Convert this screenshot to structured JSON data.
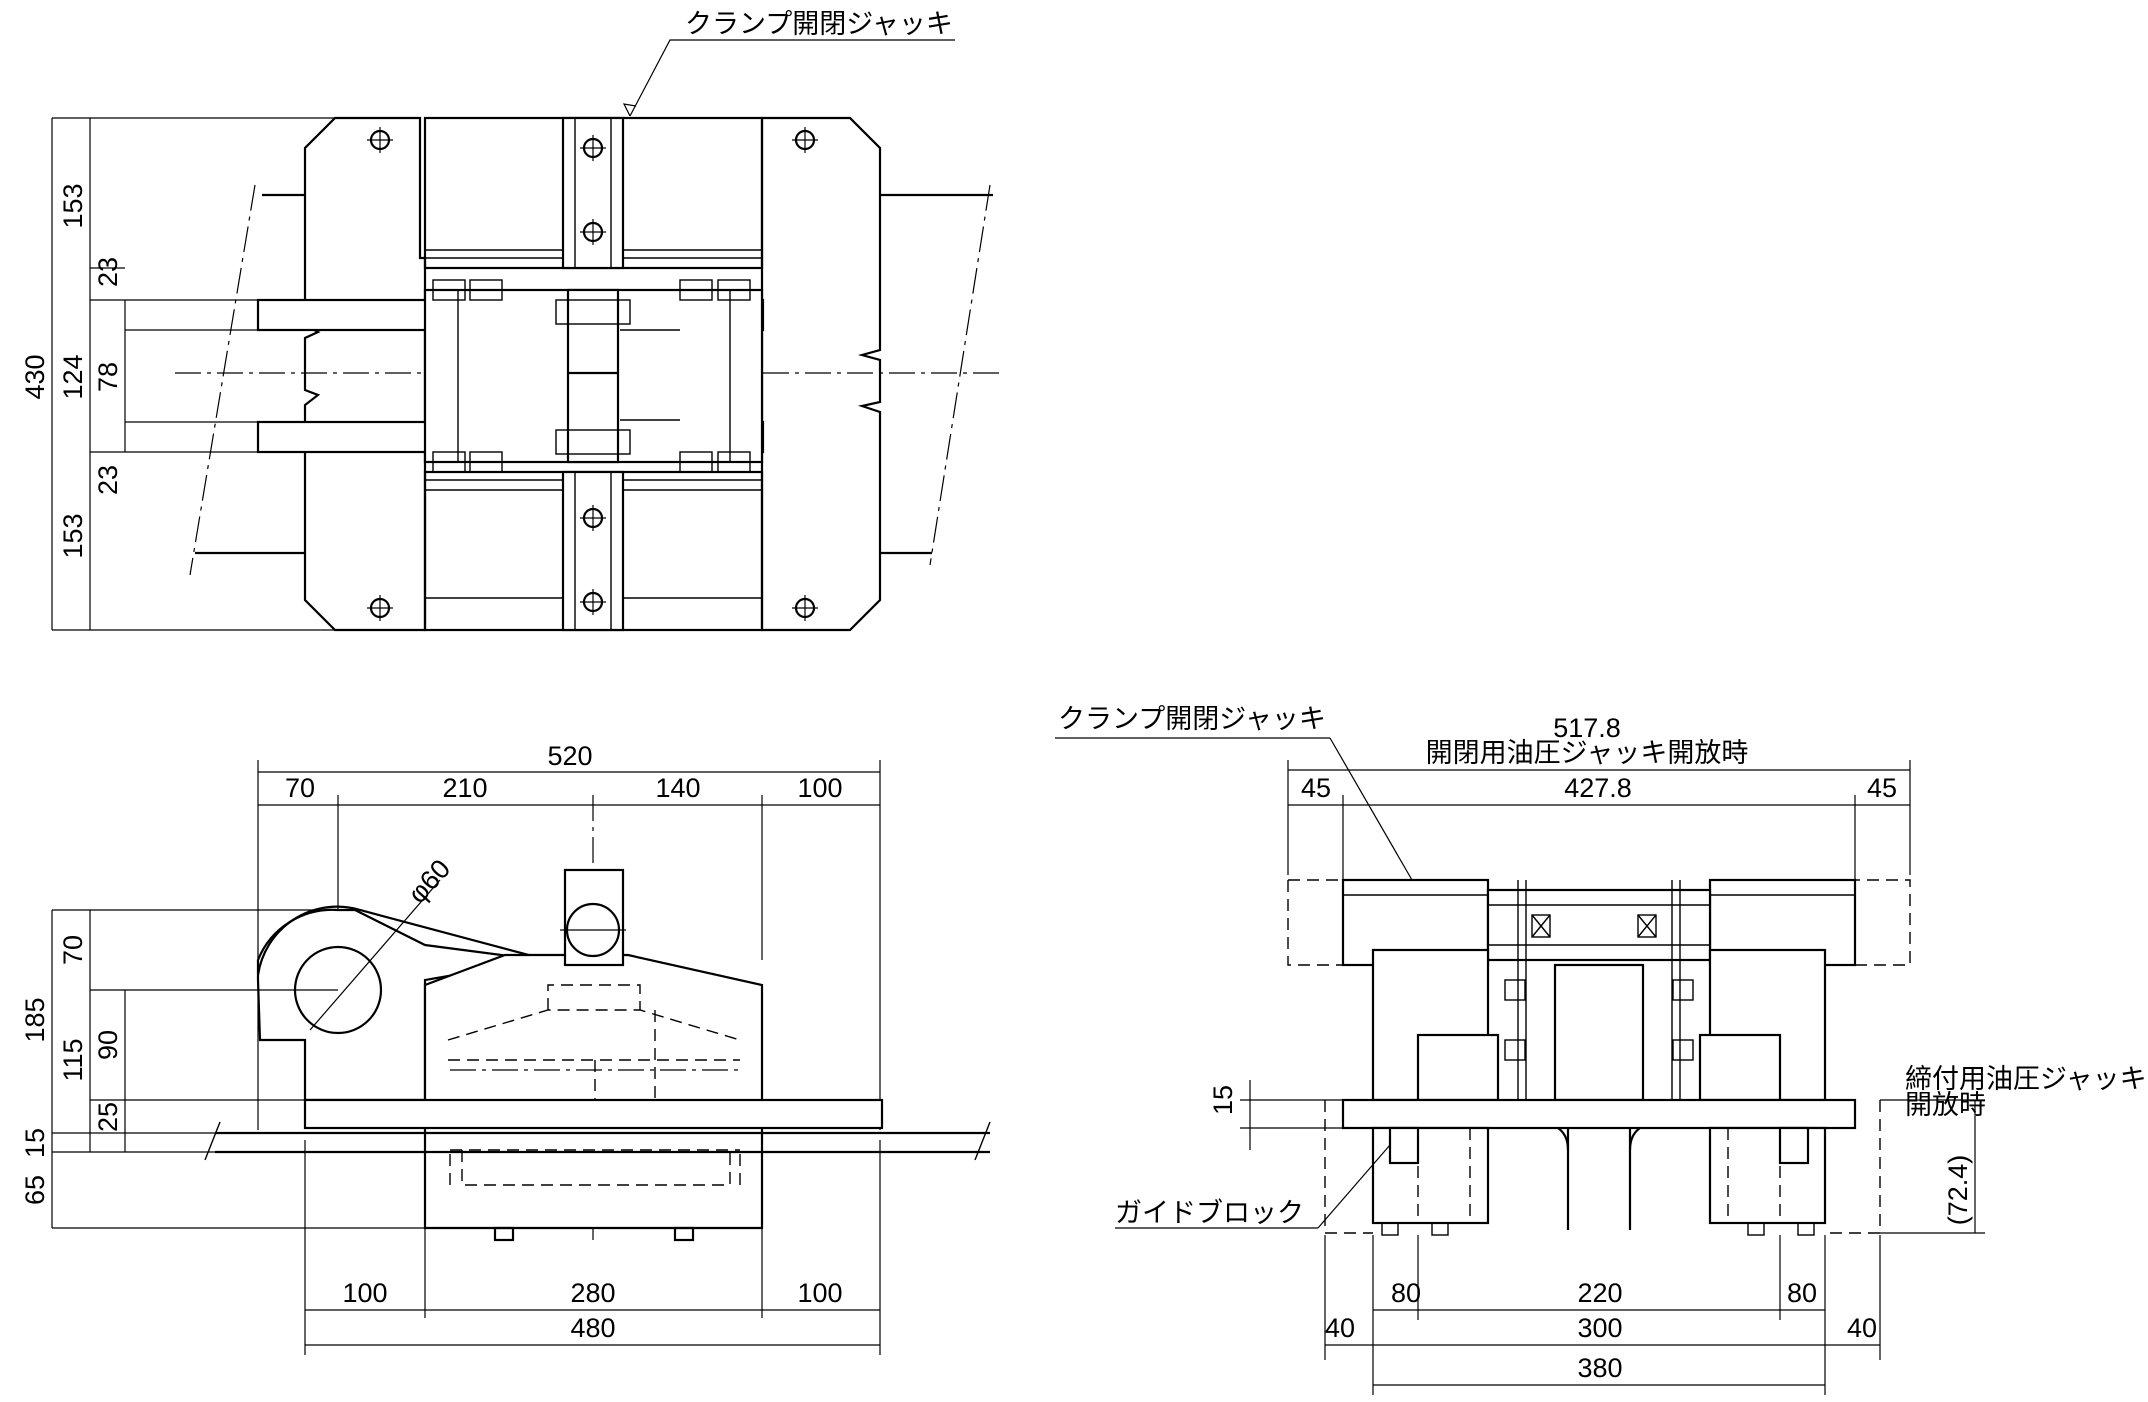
{
  "labels": {
    "top_jack": "クランプ開閉ジャッキ",
    "right_jack": "クランプ開閉ジャッキ",
    "open_jack_line1": "517.8",
    "open_jack_line2": "開閉用油圧ジャッキ開放時",
    "tight_jack_line1": "締付用油圧ジャッキ",
    "tight_jack_line2": "開放時",
    "guide_block": "ガイドブロック"
  },
  "top_view": {
    "dims": {
      "total": "430",
      "upper": "153",
      "lower": "153",
      "gap_upper": "23",
      "gap_lower": "23",
      "mid": "124",
      "inner": "78"
    }
  },
  "front_view": {
    "dims": {
      "total_top": "520",
      "seg1": "70",
      "seg2": "210",
      "seg3": "140",
      "seg4": "100",
      "diameter": "φ60",
      "h_total": "185",
      "h70": "70",
      "h115": "115",
      "h90": "90",
      "h25": "25",
      "h15": "15",
      "h65": "65",
      "b1": "100",
      "b2": "280",
      "b3": "100",
      "b_total": "480"
    }
  },
  "side_view": {
    "dims": {
      "left45": "45",
      "middle": "427.8",
      "right45": "45",
      "h15": "15",
      "b80a": "80",
      "b220": "220",
      "b80b": "80",
      "b40a": "40",
      "b300": "300",
      "b40b": "40",
      "b380": "380",
      "v724": "(72.4)"
    }
  }
}
